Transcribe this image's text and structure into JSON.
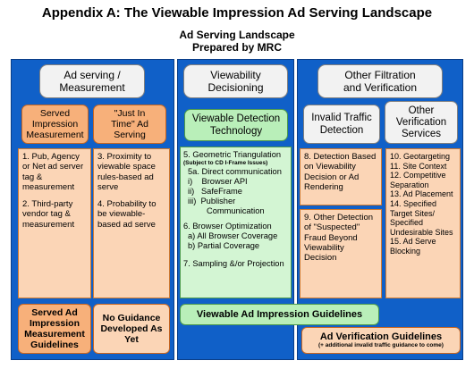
{
  "header": {
    "title": "Appendix A: The Viewable Impression Ad Serving Landscape",
    "subtitle_line1": "Ad Serving Landscape",
    "subtitle_line2": "Prepared by MRC"
  },
  "columns": {
    "ad_serving": {
      "header_line1": "Ad serving /",
      "header_line2": "Measurement",
      "served": {
        "header_line1": "Served",
        "header_line2": "Impression",
        "header_line3": "Measurement",
        "item1": "1. Pub, Agency or Net ad server tag & measurement",
        "item2": "2. Third-party vendor tag & measurement",
        "guidelines": "Served Ad Impression Measurement Guidelines"
      },
      "jit": {
        "header_line1": "\"Just In",
        "header_line2": "Time\" Ad",
        "header_line3": "Serving",
        "item3": "3. Proximity to viewable space rules-based ad serve",
        "item4": "4. Probability to be viewable-based ad serve",
        "guidance": "No Guidance Developed As Yet"
      }
    },
    "viewability": {
      "header_line1": "Viewability",
      "header_line2": "Decisioning",
      "tech_line1": "Viewable Detection",
      "tech_line2": "Technology",
      "item5": "5. Geometric Triangulation",
      "item5_note": "(Subject to CD I-Frame Issues)",
      "item5a": "5a. Direct communication",
      "item5a_i": "i)    Browser API",
      "item5a_ii": "ii)   SafeFrame",
      "item5a_iii_1": "iii)  Publisher",
      "item5a_iii_2": "Communication",
      "item6": "6. Browser Optimization",
      "item6a": "a) All Browser Coverage",
      "item6b": "b) Partial Coverage",
      "item7": "7. Sampling &/or Projection",
      "guidelines": "Viewable Ad Impression Guidelines"
    },
    "other": {
      "header_line1": "Other Filtration",
      "header_line2": "and Verification",
      "ivt_line1": "Invalid Traffic",
      "ivt_line2": "Detection",
      "item8": "8. Detection Based on Viewability Decision or Ad Rendering",
      "item9": "9. Other Detection of \"Suspected\" Fraud Beyond Viewability Decision",
      "ovs_line1": "Other",
      "ovs_line2": "Verification",
      "ovs_line3": "Services",
      "items": [
        "10. Geotargeting",
        "11. Site Context",
        "12. Competitive Separation",
        "13. Ad Placement",
        "14. Specified Target Sites/ Specified Undesirable Sites",
        "15. Ad Serve Blocking"
      ],
      "guidelines": "Ad Verification Guidelines",
      "guidelines_note": "(+ additional invalid traffic guidance to come)"
    }
  }
}
